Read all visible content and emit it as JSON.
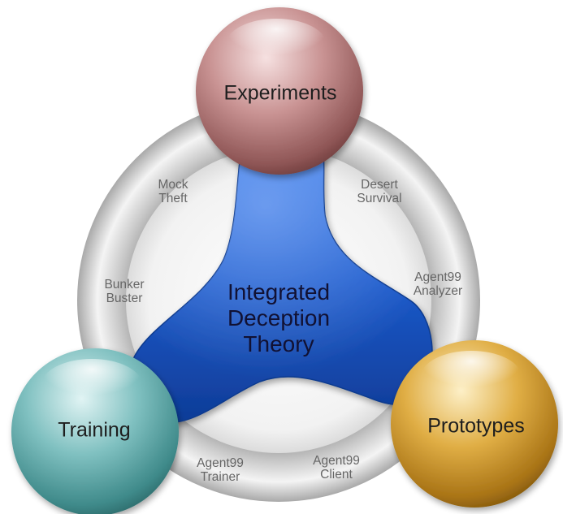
{
  "center": {
    "lines": [
      "Integrated",
      "Deception",
      "Theory"
    ],
    "color": "#1a56c8"
  },
  "nodes": [
    {
      "id": "experiments",
      "label": "Experiments",
      "color": "#c08a8a"
    },
    {
      "id": "training",
      "label": "Training",
      "color": "#6fb7b7"
    },
    {
      "id": "prototypes",
      "label": "Prototypes",
      "color": "#d9a73c"
    }
  ],
  "ring_items": [
    {
      "id": "mock-theft",
      "lines": [
        "Mock",
        "Theft"
      ]
    },
    {
      "id": "desert-survival",
      "lines": [
        "Desert",
        "Survival"
      ]
    },
    {
      "id": "bunker-buster",
      "lines": [
        "Bunker",
        "Buster"
      ]
    },
    {
      "id": "agent99-analyzer",
      "lines": [
        "Agent99",
        "Analyzer"
      ]
    },
    {
      "id": "agent99-trainer",
      "lines": [
        "Agent99",
        "Trainer"
      ]
    },
    {
      "id": "agent99-client",
      "lines": [
        "Agent99",
        "Client"
      ]
    }
  ],
  "ring_color": "#e2e2e2"
}
